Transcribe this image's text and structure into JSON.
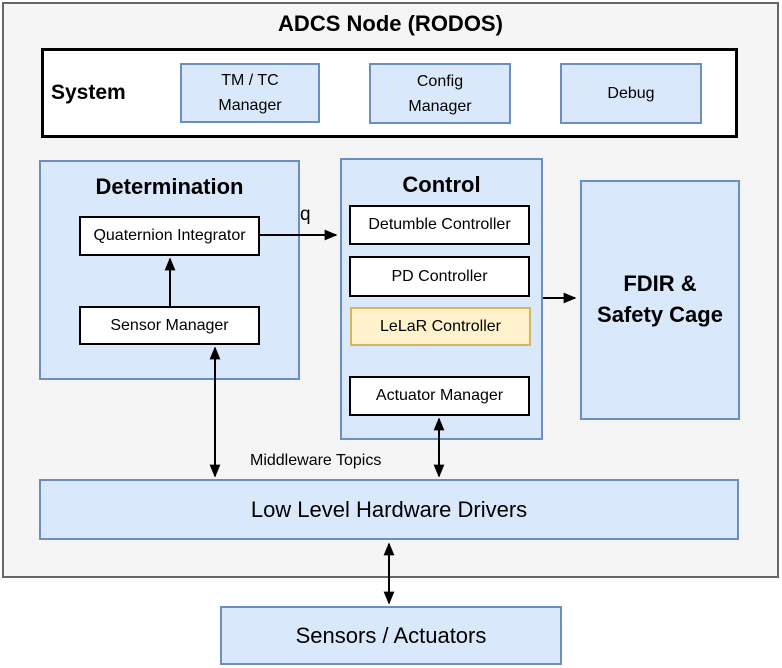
{
  "colors": {
    "blue_fill": "#dae8fc",
    "blue_border": "#6c8ebf",
    "yellow_fill": "#fff2cc",
    "yellow_border": "#d6b656",
    "outer_fill": "#f5f5f5",
    "outer_border": "#666666"
  },
  "node": {
    "title": "ADCS Node (RODOS)"
  },
  "system": {
    "label": "System",
    "modules": [
      {
        "label": "TM / TC\nManager"
      },
      {
        "label": "Config\nManager"
      },
      {
        "label": "Debug"
      }
    ]
  },
  "determination": {
    "title": "Determination",
    "quaternion_integrator": "Quaternion Integrator",
    "sensor_manager": "Sensor Manager"
  },
  "control": {
    "title": "Control",
    "detumble_controller": "Detumble Controller",
    "pd_controller": "PD Controller",
    "lelar_controller": "LeLaR Controller",
    "actuator_manager": "Actuator Manager"
  },
  "fdir": {
    "title": "FDIR &\nSafety Cage"
  },
  "hardware": {
    "drivers": "Low Level Hardware Drivers"
  },
  "external": {
    "sensors_actuators": "Sensors / Actuators"
  },
  "labels": {
    "quaternion_signal": "q",
    "middleware_topics": "Middleware Topics"
  }
}
